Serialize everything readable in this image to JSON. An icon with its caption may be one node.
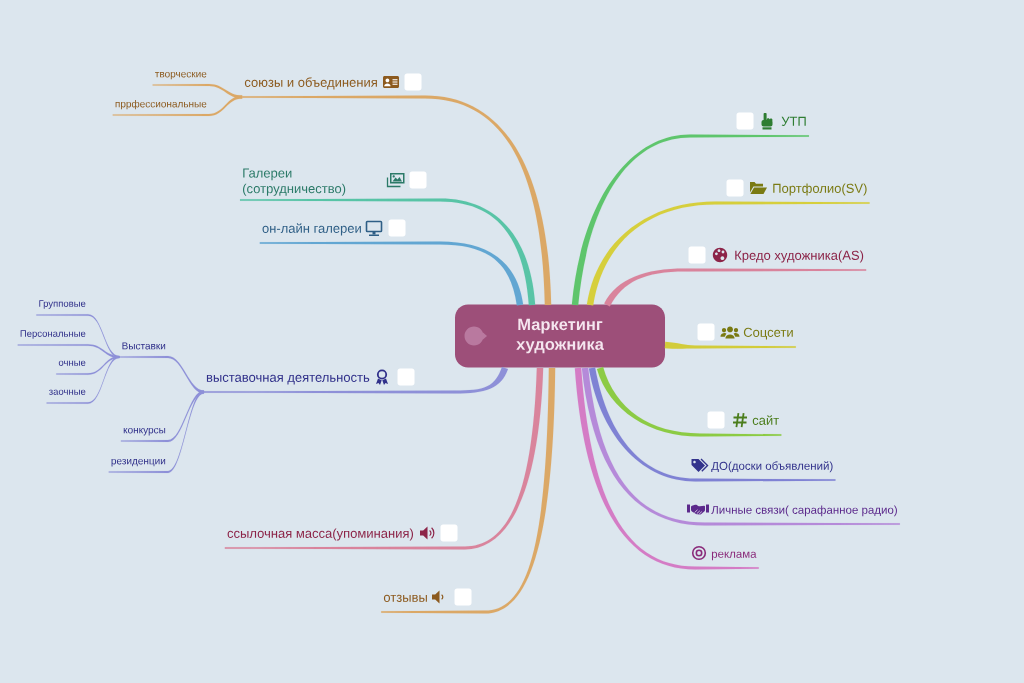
{
  "diagram": {
    "nodes": [
      {
        "text": [
          "Маркетинг художника"
        ]
      },
      {
        "text": [
          "союзы и объединения"
        ]
      },
      {
        "text": [
          "творческие"
        ]
      },
      {
        "text": [
          "пррфессиональные"
        ]
      },
      {
        "text": [
          "Галереи (сотрудничество)"
        ]
      },
      {
        "text": [
          "он-лайн галереи"
        ]
      },
      {
        "text": [
          "выставочная деятельность"
        ]
      },
      {
        "text": [
          "Выставки"
        ]
      },
      {
        "text": [
          "Групповые"
        ]
      },
      {
        "text": [
          "Персональные"
        ]
      },
      {
        "text": [
          "очные"
        ]
      },
      {
        "text": [
          "заочные"
        ]
      },
      {
        "text": [
          "конкурсы"
        ]
      },
      {
        "text": [
          "резиденции"
        ]
      },
      {
        "text": [
          "ссылочная масса(упоминания)"
        ]
      },
      {
        "text": [
          "отзывы"
        ]
      },
      {
        "text": [
          "УТП"
        ]
      },
      {
        "text": [
          "Портфолио(SV)"
        ]
      },
      {
        "text": [
          "Кредо художника(AS)"
        ]
      },
      {
        "text": [
          "Соцсети"
        ]
      },
      {
        "text": [
          "сайт"
        ]
      },
      {
        "text": [
          "ДО(доски объявлений)"
        ]
      },
      {
        "text": [
          "Личные связи( сарафанное радио)"
        ]
      },
      {
        "text": [
          "реклама"
        ]
      }
    ],
    "edges": [
      {
        "from": 0,
        "to": 1,
        "arrow": "none",
        "color": "#dba866"
      },
      {
        "from": 1,
        "to": 2,
        "arrow": "none",
        "color": "#dba866"
      },
      {
        "from": 1,
        "to": 3,
        "arrow": "none",
        "color": "#dba866"
      },
      {
        "from": 0,
        "to": 4,
        "arrow": "none",
        "color": "#58c4a6"
      },
      {
        "from": 0,
        "to": 5,
        "arrow": "none",
        "color": "#62a6d2"
      },
      {
        "from": 0,
        "to": 6,
        "arrow": "none",
        "color": "#8e90d8"
      },
      {
        "from": 6,
        "to": 7,
        "arrow": "none",
        "color": "#8e90d8"
      },
      {
        "from": 7,
        "to": 8,
        "arrow": "none",
        "color": "#8e90d8"
      },
      {
        "from": 7,
        "to": 9,
        "arrow": "none",
        "color": "#8e90d8"
      },
      {
        "from": 7,
        "to": 10,
        "arrow": "none",
        "color": "#8e90d8"
      },
      {
        "from": 7,
        "to": 11,
        "arrow": "none",
        "color": "#8e90d8"
      },
      {
        "from": 6,
        "to": 12,
        "arrow": "none",
        "color": "#8e90d8"
      },
      {
        "from": 6,
        "to": 13,
        "arrow": "none",
        "color": "#8e90d8"
      },
      {
        "from": 0,
        "to": 14,
        "arrow": "none",
        "color": "#d9849c"
      },
      {
        "from": 0,
        "to": 15,
        "arrow": "none",
        "color": "#dba866"
      },
      {
        "from": 0,
        "to": 16,
        "arrow": "none",
        "color": "#5ec56c"
      },
      {
        "from": 0,
        "to": 17,
        "arrow": "none",
        "color": "#d6cf3c"
      },
      {
        "from": 0,
        "to": 18,
        "arrow": "none",
        "color": "#d9849c"
      },
      {
        "from": 0,
        "to": 19,
        "arrow": "none",
        "color": "#d2cc3a"
      },
      {
        "from": 0,
        "to": 20,
        "arrow": "none",
        "color": "#8ccb44"
      },
      {
        "from": 0,
        "to": 21,
        "arrow": "none",
        "color": "#7f82d4"
      },
      {
        "from": 0,
        "to": 22,
        "arrow": "none",
        "color": "#b58ad9"
      },
      {
        "from": 0,
        "to": 23,
        "arrow": "none",
        "color": "#d47cc5"
      }
    ]
  }
}
